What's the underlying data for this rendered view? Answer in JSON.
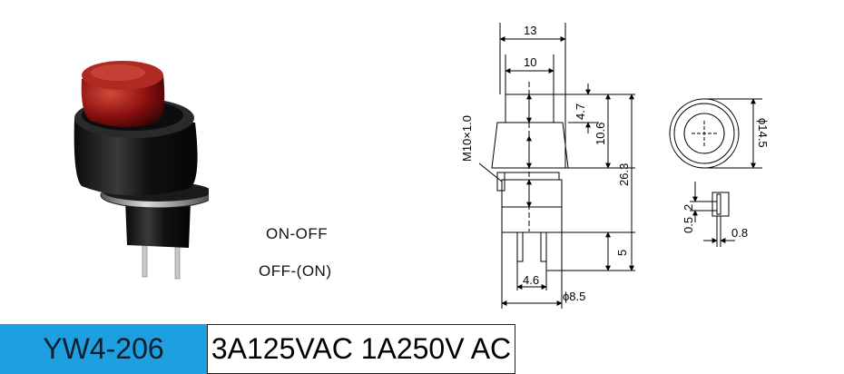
{
  "photo": {
    "name": "push button switch photo"
  },
  "modes": [
    "ON-OFF",
    "OFF-(ON)"
  ],
  "dims": {
    "w13": "13",
    "w10": "10",
    "h4_7": "4.7",
    "h10_6": "10.6",
    "h26_3": "26.3",
    "h5": "5",
    "w4_6": "4.6",
    "d8_5": "ϕ8.5",
    "thread": "M10×1.0",
    "d14_5": "ϕ14.5",
    "t0_5": "0.5",
    "t2": "2",
    "t0_8": "0.8"
  },
  "footer": {
    "model": "YW4-206",
    "spec": "3A125VAC 1A250V AC"
  },
  "colors": {
    "accent": "#1e9fe0",
    "cap": "#9a1010",
    "body": "#111111"
  }
}
